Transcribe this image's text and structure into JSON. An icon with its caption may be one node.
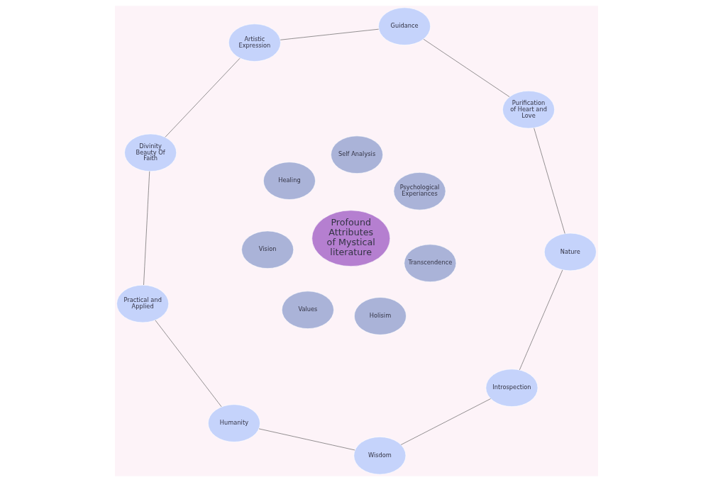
{
  "diagram": {
    "nodes": [
      {
        "text": [
          "Profound Attributes of Mystical literature"
        ]
      },
      {
        "text": [
          "Transcendence"
        ]
      },
      {
        "text": [
          "Psychological Experiances"
        ]
      },
      {
        "text": [
          "Self Analysis"
        ]
      },
      {
        "text": [
          "Healing"
        ]
      },
      {
        "text": [
          "Vision"
        ]
      },
      {
        "text": [
          "Values"
        ]
      },
      {
        "text": [
          "Holisim"
        ]
      },
      {
        "text": [
          "Wisdom"
        ]
      },
      {
        "text": [
          "Humanity"
        ]
      },
      {
        "text": [
          "Practical and Applied"
        ]
      },
      {
        "text": [
          "Divinity Beauty Of Faith"
        ]
      },
      {
        "text": [
          "Artistic Expression"
        ]
      },
      {
        "text": [
          "Guidance"
        ]
      },
      {
        "text": [
          "Purification of Heart and Love"
        ]
      },
      {
        "text": [
          "Nature"
        ]
      },
      {
        "text": [
          "Introspection"
        ]
      }
    ],
    "edges": [
      {
        "from": 8,
        "to": 9,
        "arrow": "none"
      },
      {
        "from": 9,
        "to": 10,
        "arrow": "none"
      },
      {
        "from": 10,
        "to": 11,
        "arrow": "none"
      },
      {
        "from": 11,
        "to": 12,
        "arrow": "none"
      },
      {
        "from": 12,
        "to": 13,
        "arrow": "none"
      },
      {
        "from": 13,
        "to": 14,
        "arrow": "none"
      },
      {
        "from": 14,
        "to": 15,
        "arrow": "none"
      },
      {
        "from": 15,
        "to": 16,
        "arrow": "none"
      },
      {
        "from": 16,
        "to": 8,
        "arrow": "none"
      }
    ]
  }
}
